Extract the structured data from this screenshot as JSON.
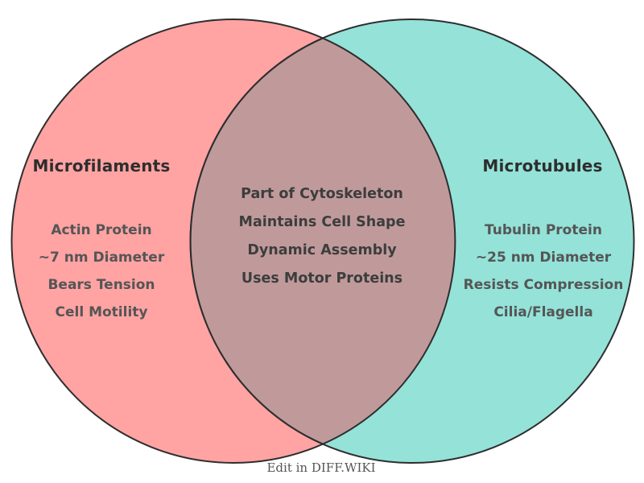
{
  "venn": {
    "left": {
      "title": "Microfilaments",
      "items": [
        "Actin Protein",
        "~7 nm Diameter",
        "Bears Tension",
        "Cell Motility"
      ],
      "color": "#FFA3A3"
    },
    "right": {
      "title": "Microtubules",
      "items": [
        "Tubulin Protein",
        "~25 nm Diameter",
        "Resists Compression",
        "Cilia/Flagella"
      ],
      "color": "#94E2D8"
    },
    "overlap": {
      "items": [
        "Part of Cytoskeleton",
        "Maintains Cell Shape",
        "Dynamic Assembly",
        "Uses Motor Proteins"
      ],
      "color": "#C09A9B"
    },
    "outline_color": "#2E2E2E"
  },
  "footer": {
    "edit_label": "Edit in DIFF.WIKI"
  }
}
